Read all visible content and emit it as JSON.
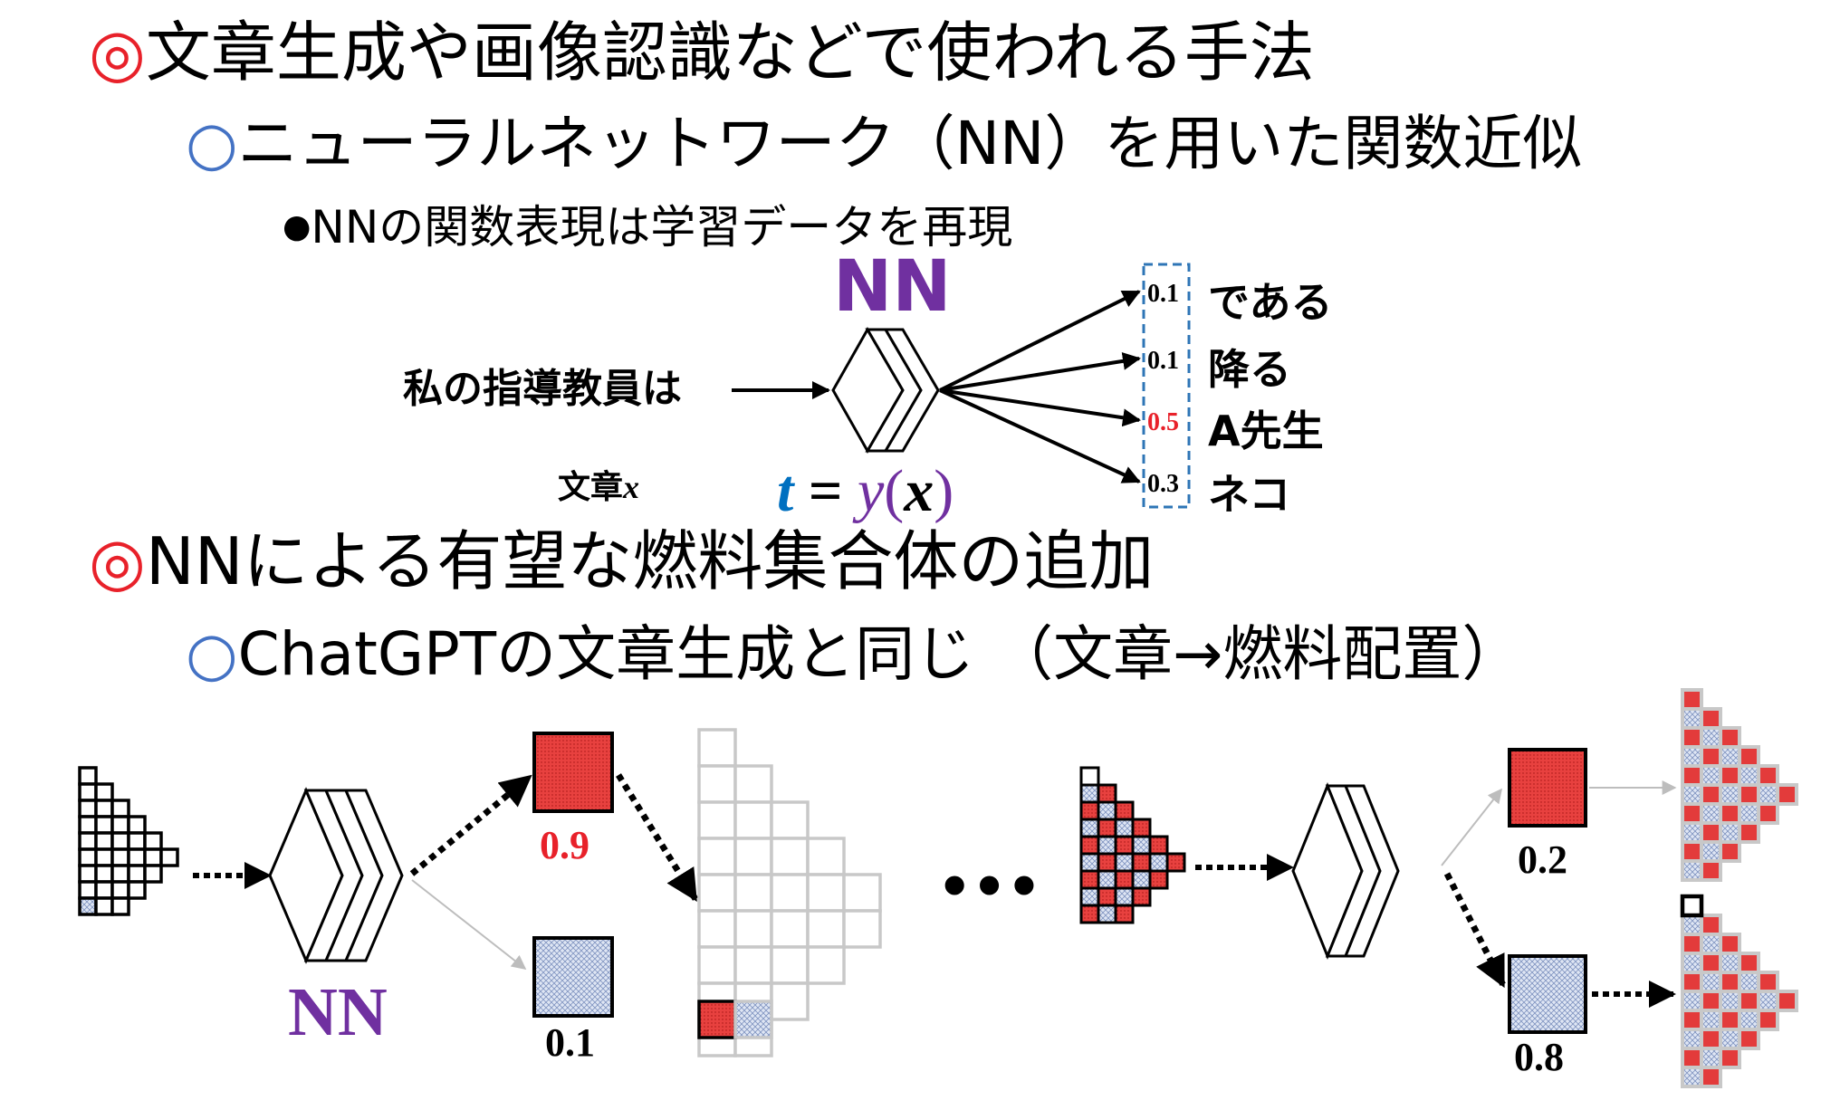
{
  "bullets": {
    "b1": {
      "mark": "◎",
      "text": "文章生成や画像認識などで使われる手法"
    },
    "b1_1": {
      "mark": "○",
      "text": "ニューラルネットワーク（NN）を用いた関数近似"
    },
    "b1_1_1": {
      "mark": "●",
      "text": "NNの関数表現は学習データを再現"
    },
    "b2": {
      "mark": "◎",
      "text": "NNによる有望な燃料集合体の追加"
    },
    "b2_1": {
      "mark": "○",
      "text": "ChatGPTの文章生成と同じ （文章→燃料配置）"
    }
  },
  "top_diagram": {
    "nn_label": "NN",
    "input_text": "私の指導教員は",
    "input_caption": "文章",
    "input_caption_var": "x",
    "equation": {
      "t": "t",
      "eq": " = ",
      "y": "y",
      "lparen": "(",
      "x": "x",
      "rparen": ")"
    },
    "outputs": [
      {
        "prob": "0.1",
        "word": "である"
      },
      {
        "prob": "0.1",
        "word": "降る"
      },
      {
        "prob": "0.5",
        "word": "A先生"
      },
      {
        "prob": "0.3",
        "word": "ネコ"
      }
    ],
    "colors": {
      "nn_label": "#7030a0",
      "highlight_prob": "#e8212a",
      "t_color": "#0070c0",
      "y_color": "#7030a0",
      "dashed_box": "#2e75b6"
    }
  },
  "bottom_diagram": {
    "nn_label": "NN",
    "left_probs": {
      "upper": "0.9",
      "lower": "0.1"
    },
    "ellipsis": "•••",
    "right_probs": {
      "upper": "0.2",
      "lower": "0.8"
    },
    "colors": {
      "fuel_red": "#e84040",
      "fuel_blue": "#c9d6ee",
      "grid_gray": "#c8c8c8",
      "prob_red": "#e8212a"
    }
  }
}
